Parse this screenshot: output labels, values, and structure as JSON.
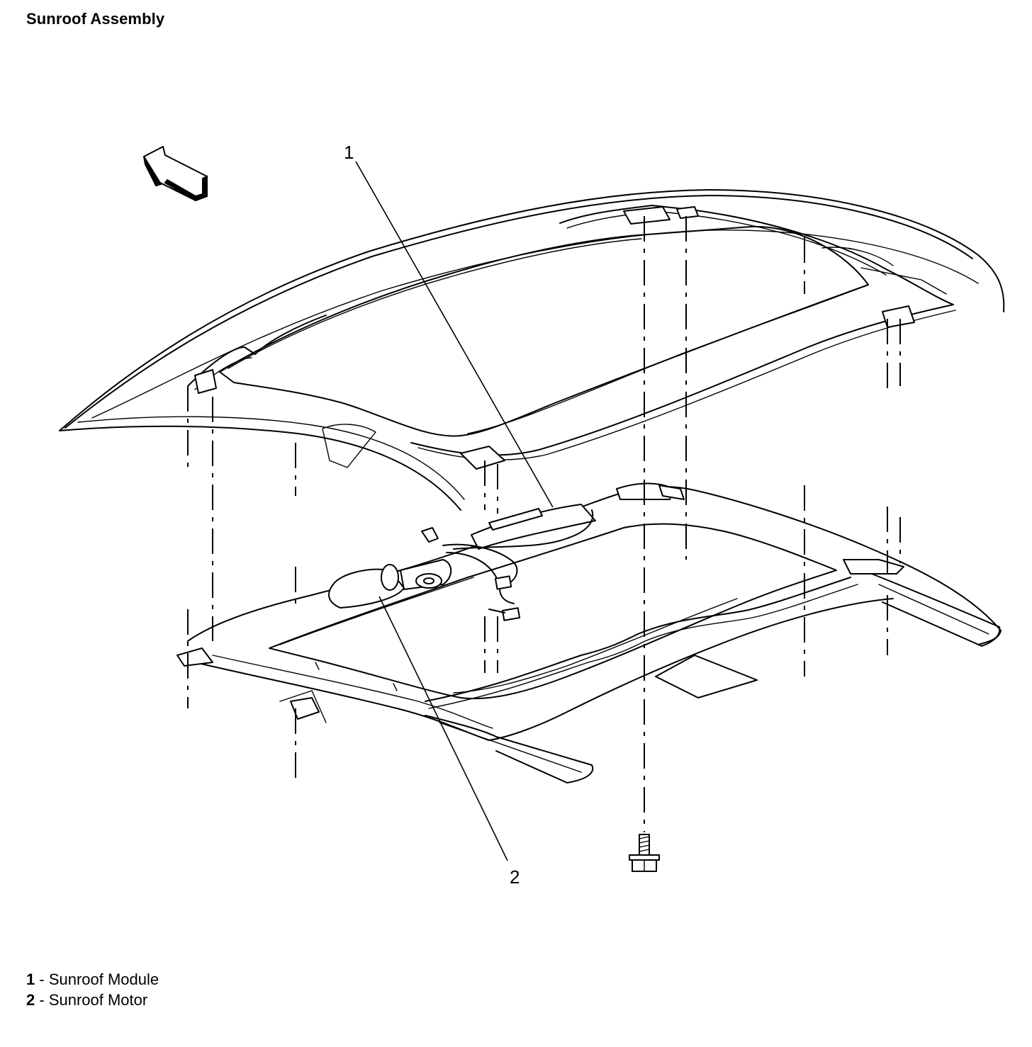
{
  "title": "Sunroof Assembly",
  "callouts": [
    {
      "number": "1",
      "label": "Sunroof Module"
    },
    {
      "number": "2",
      "label": "Sunroof Motor"
    }
  ],
  "legend_separator": " - ",
  "icons": {
    "direction_arrow": "forward-arrow-icon",
    "fastener": "bolt-icon"
  }
}
